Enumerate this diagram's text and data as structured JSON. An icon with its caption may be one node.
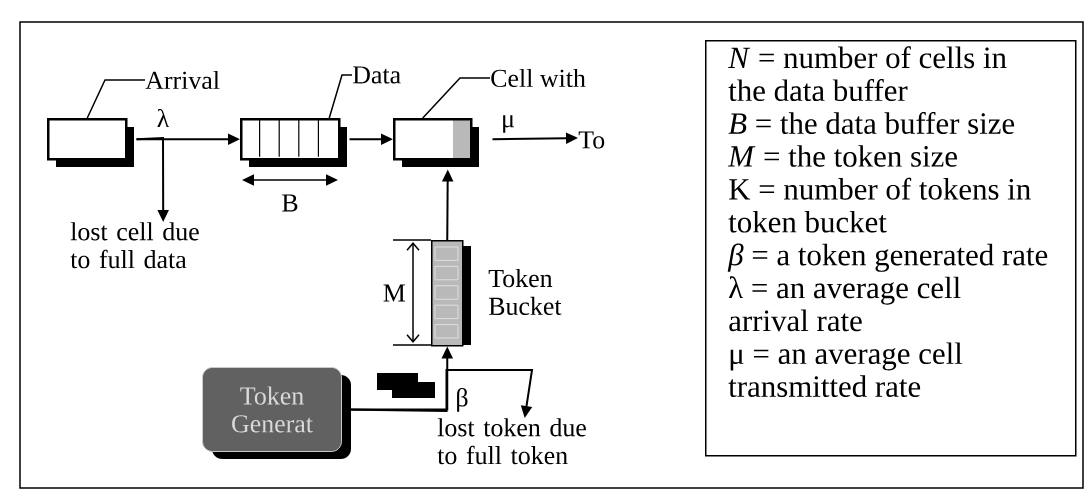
{
  "diagram": {
    "nodes": [
      {
        "text": [
          "Arrival"
        ]
      },
      {
        "text": [],
        "shape": "box"
      },
      {
        "text": [
          "Data"
        ]
      },
      {
        "text": [],
        "shape": "box"
      },
      {
        "text": [
          "Cell with"
        ]
      },
      {
        "text": [],
        "shape": "box"
      },
      {
        "text": [
          "To"
        ]
      },
      {
        "text": [
          "lost cell due to full data"
        ]
      },
      {
        "text": [
          "Token Bucket"
        ]
      },
      {
        "text": [
          "Token Generat"
        ]
      },
      {
        "text": [
          "lost token due to full token"
        ]
      },
      {
        "text": [
          "*N* = number of cells in the data buffer",
          "*B* = the data buffer size",
          "*M* = the token size",
          "K = number of tokens in token bucket",
          "*β* = a token generated rate",
          "λ = an average cell arrival rate",
          "μ = an average cell transmitted rate"
        ]
      }
    ],
    "edges": [
      {
        "from": 0,
        "to": 1,
        "arrow": "none"
      },
      {
        "from": 2,
        "to": 3,
        "arrow": "none"
      },
      {
        "from": 4,
        "to": 5,
        "arrow": "none"
      },
      {
        "from": 1,
        "to": 3,
        "arrow": "to",
        "label": "λ"
      },
      {
        "from": 1,
        "to": 7,
        "arrow": "to"
      },
      {
        "from": 3,
        "to": 5,
        "arrow": "to"
      },
      {
        "from": 5,
        "to": 6,
        "arrow": "to",
        "label": "μ"
      },
      {
        "from": 8,
        "to": 5,
        "arrow": "to"
      },
      {
        "from": 9,
        "to": 8,
        "arrow": "to",
        "label": "β"
      },
      {
        "from": 9,
        "to": 10,
        "arrow": "to"
      }
    ],
    "labels": [
      "B",
      "M"
    ]
  }
}
